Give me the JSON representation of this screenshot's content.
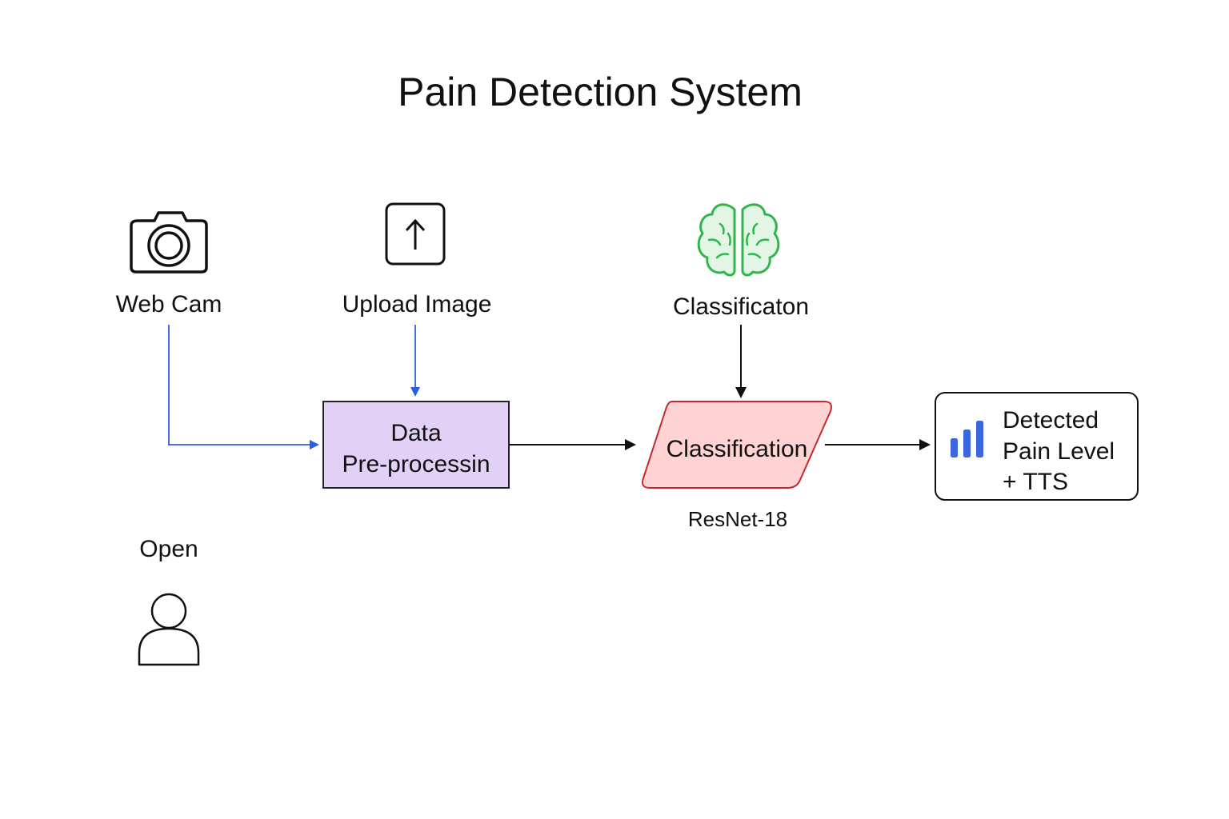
{
  "title": "Pain Detection System",
  "nodes": {
    "webcam": {
      "label": "Web Cam",
      "icon": "camera-icon"
    },
    "upload": {
      "label": "Upload Image",
      "icon": "upload-icon"
    },
    "classification_source": {
      "label": "Classificaton",
      "icon": "brain-icon"
    },
    "preprocessing": {
      "line1": "Data",
      "line2": "Pre-processin"
    },
    "classifier": {
      "label": "Classification",
      "sublabel": "ResNet-18"
    },
    "output": {
      "line1": "Detected",
      "line2": "Pain Level",
      "line3": "+ TTS",
      "icon": "bar-chart-icon"
    },
    "user": {
      "label": "Open",
      "icon": "person-icon"
    }
  },
  "colors": {
    "blue_arrow": "#2f5fe0",
    "black_arrow": "#111111",
    "preprocessing_fill": "#e2d0f7",
    "classifier_fill": "#ffd3d3",
    "classifier_stroke": "#c8282d",
    "brain": "#2fb64a",
    "brain_fill": "#e3f6e6",
    "chart": "#3a66e0"
  }
}
